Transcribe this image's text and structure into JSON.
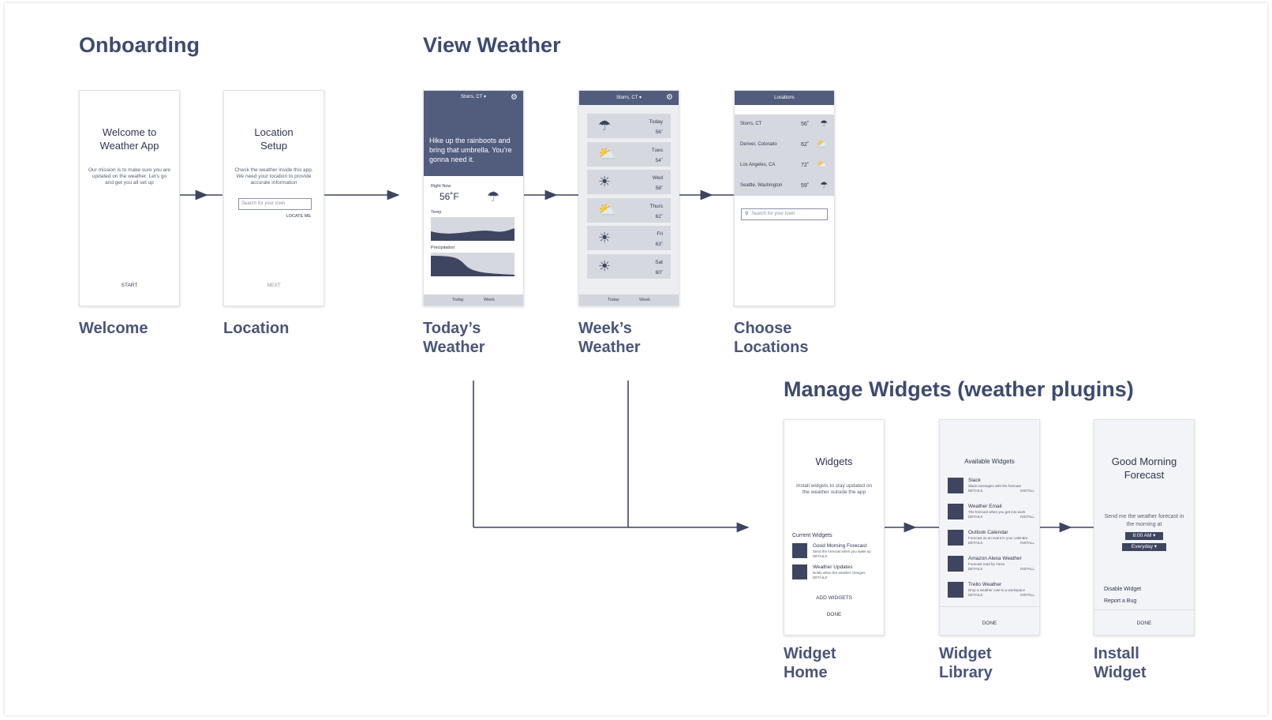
{
  "sections": {
    "onboarding": "Onboarding",
    "view_weather": "View Weather",
    "manage_widgets": "Manage Widgets (weather plugins)"
  },
  "captions": {
    "welcome": "Welcome",
    "location": "Location",
    "todays": "Today’s\nWeather",
    "weeks": "Week’s\nWeather",
    "choose": "Choose\nLocations",
    "widget_home": "Widget\nHome",
    "widget_library": "Widget\nLibrary",
    "install_widget": "Install\nWidget"
  },
  "welcome_screen": {
    "title": "Welcome to\nWeather App",
    "body": "Our mission is to make sure you are updated on the weather. Let’s go and get you all set up",
    "button": "START"
  },
  "location_screen": {
    "title": "Location\nSetup",
    "body": "Check the weather inside this app. We need your location to provide accurate information",
    "search_placeholder": "Search for your town",
    "locate": "LOCATE ME",
    "button": "NEXT"
  },
  "today_screen": {
    "location": "Storrs, CT ▾",
    "gear_icon": "gear-icon",
    "banner": "Hike up the rainboots and bring that umbrella. You’re gonna need it.",
    "right_now_label": "Right Now",
    "temp": "56˚F",
    "weather_icon": "rain-cloud-icon",
    "temp_label": "Temp",
    "precip_label": "Precipitation",
    "tab_today": "Today",
    "tab_week": "Week"
  },
  "week_screen": {
    "location": "Storrs, CT ▾",
    "days": [
      {
        "day": "Today",
        "temp": "56˚",
        "icon": "rain-cloud-icon",
        "glyph": "☂"
      },
      {
        "day": "Tues",
        "temp": "54˚",
        "icon": "partly-cloudy-icon",
        "glyph": "⛅"
      },
      {
        "day": "Wed",
        "temp": "58˚",
        "icon": "sun-icon",
        "glyph": "☀"
      },
      {
        "day": "Thurs",
        "temp": "62˚",
        "icon": "partly-cloudy-icon",
        "glyph": "⛅"
      },
      {
        "day": "Fri",
        "temp": "63˚",
        "icon": "sun-icon",
        "glyph": "☀"
      },
      {
        "day": "Sat",
        "temp": "60˚",
        "icon": "sun-icon",
        "glyph": "☀"
      }
    ],
    "tab_today": "Today",
    "tab_week": "Week"
  },
  "locations_screen": {
    "header": "Locations",
    "items": [
      {
        "name": "Storrs, CT",
        "temp": "56˚",
        "glyph": "☂"
      },
      {
        "name": "Denver, Colorado",
        "temp": "62˚",
        "glyph": "⛅"
      },
      {
        "name": "Los Angeles, CA",
        "temp": "72˚",
        "glyph": "⛅"
      },
      {
        "name": "Seattle, Washington",
        "temp": "59˚",
        "glyph": "☂"
      }
    ],
    "search_placeholder": "Search for your town",
    "search_icon": "search-icon"
  },
  "widget_home_screen": {
    "title": "Widgets",
    "body": "Install widgets to stay updated on the weather outside the app",
    "current_label": "Current Widgets",
    "items": [
      {
        "name": "Good Morning Forecast",
        "desc": "Send the forecast when you wake up",
        "details": "DETAILS"
      },
      {
        "name": "Weather Updates",
        "desc": "Notify when the weather changes",
        "details": "DETAILS"
      }
    ],
    "add": "ADD WIDGETS",
    "done": "DONE"
  },
  "widget_library_screen": {
    "title": "Available Widgets",
    "items": [
      {
        "name": "Slack",
        "desc": "Slack messages with the forecast",
        "details": "DETAILS",
        "install": "INSTALL"
      },
      {
        "name": "Weather Email",
        "desc": "The forecast when you get into work",
        "details": "DETAILS",
        "install": "INSTALL"
      },
      {
        "name": "Outlook Calendar",
        "desc": "Forecast as an event in your calendar",
        "details": "DETAILS",
        "install": "INSTALL"
      },
      {
        "name": "Amazon Alexa Weather",
        "desc": "Forecast read by Alexa",
        "details": "DETAILS",
        "install": "INSTALL"
      },
      {
        "name": "Trello Weather",
        "desc": "Drop a weather note in a workspace",
        "details": "DETAILS",
        "install": "INSTALL"
      }
    ],
    "done": "DONE"
  },
  "install_screen": {
    "title": "Good Morning\nForecast",
    "body": "Send me the weather forecast in the morning at",
    "time": "8:00 AM ▾",
    "freq": "Everyday ▾",
    "disable": "Disable Widget",
    "report": "Report a Bug",
    "done": "DONE"
  },
  "colors": {
    "accent": "#3d4560",
    "header": "#525c7d",
    "card": "#d6d8df",
    "title_text": "#3d4a70"
  }
}
